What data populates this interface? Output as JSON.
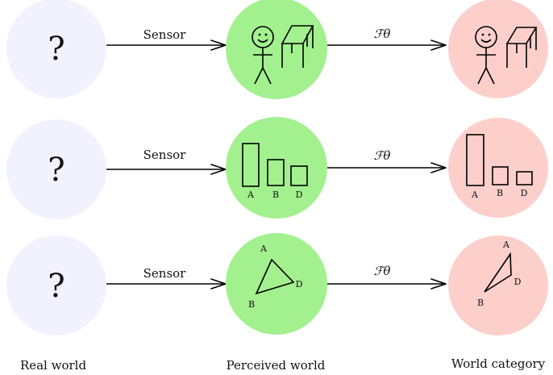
{
  "colors": {
    "real_world_fill": "#f2f2fe",
    "perceived_fill": "#a3f08f",
    "category_fill": "#fdcfcb",
    "arrow": "#000000"
  },
  "rows": [
    {
      "real": {
        "symbol": "?"
      },
      "sensor_label": "Sensor",
      "model_label": "ℱθ",
      "perceived": {
        "kind": "stick-figure-and-table",
        "icons": [
          "smiley-face-icon",
          "table-icon"
        ]
      },
      "category": {
        "kind": "stick-figure-and-table",
        "icons": [
          "smiley-face-icon",
          "table-icon"
        ]
      }
    },
    {
      "real": {
        "symbol": "?"
      },
      "sensor_label": "Sensor",
      "model_label": "ℱθ",
      "perceived": {
        "kind": "bars",
        "labels": [
          "A",
          "B",
          "D"
        ]
      },
      "category": {
        "kind": "bars",
        "labels": [
          "A",
          "B",
          "D"
        ]
      }
    },
    {
      "real": {
        "symbol": "?"
      },
      "sensor_label": "Sensor",
      "model_label": "ℱθ",
      "perceived": {
        "kind": "triangle",
        "labels": [
          "A",
          "B",
          "D"
        ]
      },
      "category": {
        "kind": "triangle",
        "labels": [
          "A",
          "B",
          "D"
        ]
      }
    }
  ],
  "column_labels": {
    "real": "Real world",
    "perceived": "Perceived world",
    "category": "World category"
  }
}
